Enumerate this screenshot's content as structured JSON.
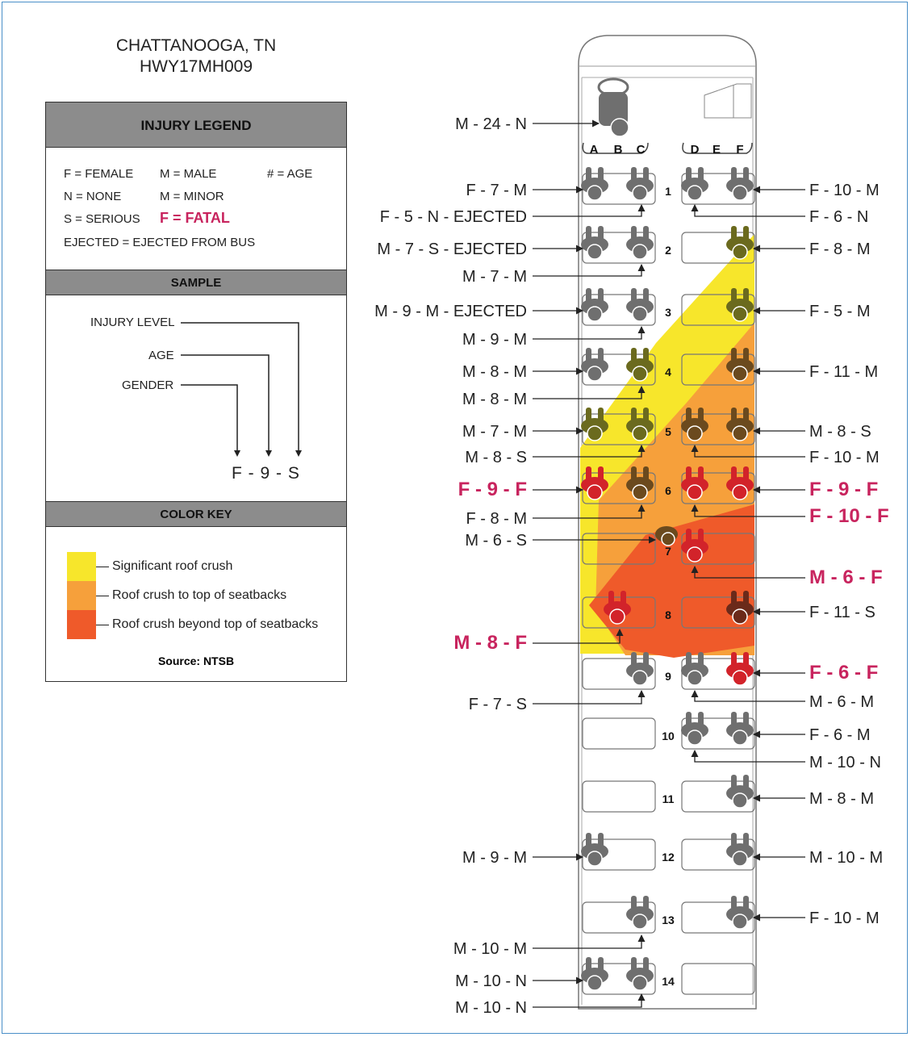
{
  "title": {
    "line1": "CHATTANOOGA, TN",
    "line2": "HWY17MH009"
  },
  "legend": {
    "title": "INJURY LEGEND",
    "female": "F = FEMALE",
    "male": "M = MALE",
    "age": "# = AGE",
    "none": "N = NONE",
    "minor": "M = MINOR",
    "serious": "S = SERIOUS",
    "fatal": "F = FATAL",
    "ejected": "EJECTED = EJECTED FROM BUS"
  },
  "sample": {
    "title": "SAMPLE",
    "injury_level": "INJURY LEVEL",
    "age": "AGE",
    "gender": "GENDER",
    "value": "F - 9 - S"
  },
  "color_key": {
    "title": "COLOR KEY",
    "items": [
      {
        "label": "Significant roof crush",
        "color": "#f7e62b"
      },
      {
        "label": "Roof crush to top of seatbacks",
        "color": "#f6a03b"
      },
      {
        "label": "Roof crush beyond top of seatbacks",
        "color": "#ef5a2a"
      }
    ],
    "source": "Source: NTSB"
  },
  "bus": {
    "driver_label": "M - 24 - N",
    "column_letters": [
      "A",
      "B",
      "C",
      "D",
      "E",
      "F"
    ],
    "rows": [
      "1",
      "2",
      "3",
      "4",
      "5",
      "6",
      "7",
      "8",
      "9",
      "10",
      "11",
      "12",
      "13",
      "14"
    ],
    "left_labels": [
      "F - 7 - M",
      "F - 5 - N - EJECTED",
      "M - 7 - S - EJECTED",
      "M - 7 - M",
      "M - 9 - M - EJECTED",
      "M - 9 - M",
      "M - 8 - M",
      "M - 8 - M",
      "M - 7 - M",
      "M - 8 - S",
      "F - 9 - F",
      "F - 8 - M",
      "M - 6 - S",
      "M - 8 - F",
      "F - 7 - S",
      "M - 9 - M",
      "M - 10 - M",
      "M - 10 - N",
      "M - 10 - N"
    ],
    "right_labels": [
      "F - 10 - M",
      "F - 6 - N",
      "F - 8 - M",
      "F - 5 - M",
      "F - 11 - M",
      "M - 8 - S",
      "F - 10 - M",
      "F - 9 - F",
      "F - 10 - F",
      "M - 6 - F",
      "F - 11 - S",
      "F - 6 - F",
      "M - 6 - M",
      "F - 6 - M",
      "M - 10 - N",
      "M - 8 - M",
      "M - 10 - M",
      "F - 10 - M"
    ],
    "colors": {
      "fatal_text": "#c8245e",
      "occupant_gray": "#6f6f6f",
      "occupant_fatal": "#d2232a",
      "occupant_olive": "#6b6a1e",
      "occupant_brown": "#6b4a1e",
      "occupant_dark_red": "#6b2a1a"
    }
  }
}
